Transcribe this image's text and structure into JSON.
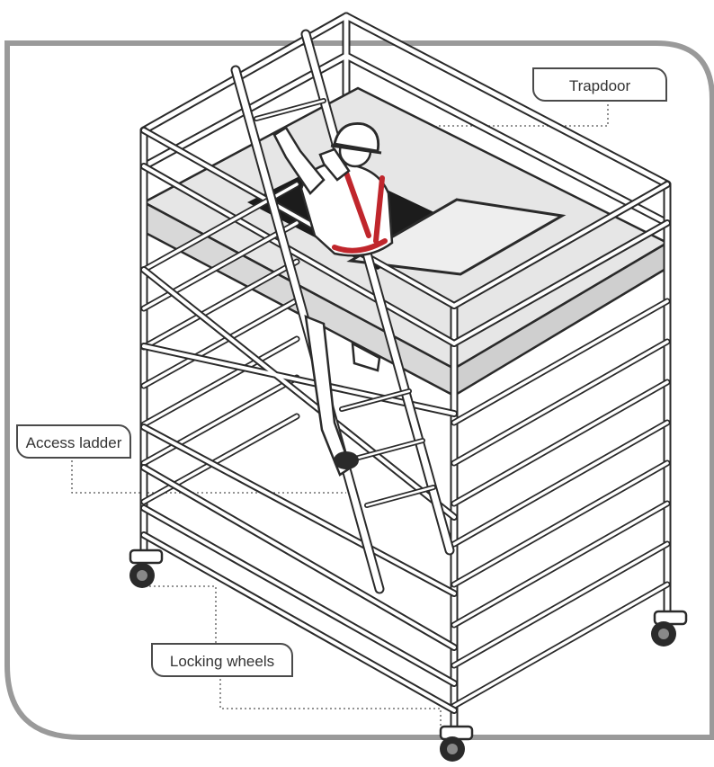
{
  "callouts": {
    "trapdoor": "Trapdoor",
    "access_ladder": "Access ladder",
    "locking_wheels": "Locking wheels"
  },
  "colors": {
    "frame_outline": "#9a9a9a",
    "tube_stroke": "#2a2a2a",
    "tube_fill": "#ffffff",
    "platform_fill": "#e6e6e6",
    "harness": "#c0262c",
    "label_border": "#4a4a4a",
    "label_text": "#333333"
  },
  "icons": [
    "mobile-scaffold-tower",
    "worker-with-hard-hat",
    "safety-harness",
    "castor-wheel"
  ]
}
